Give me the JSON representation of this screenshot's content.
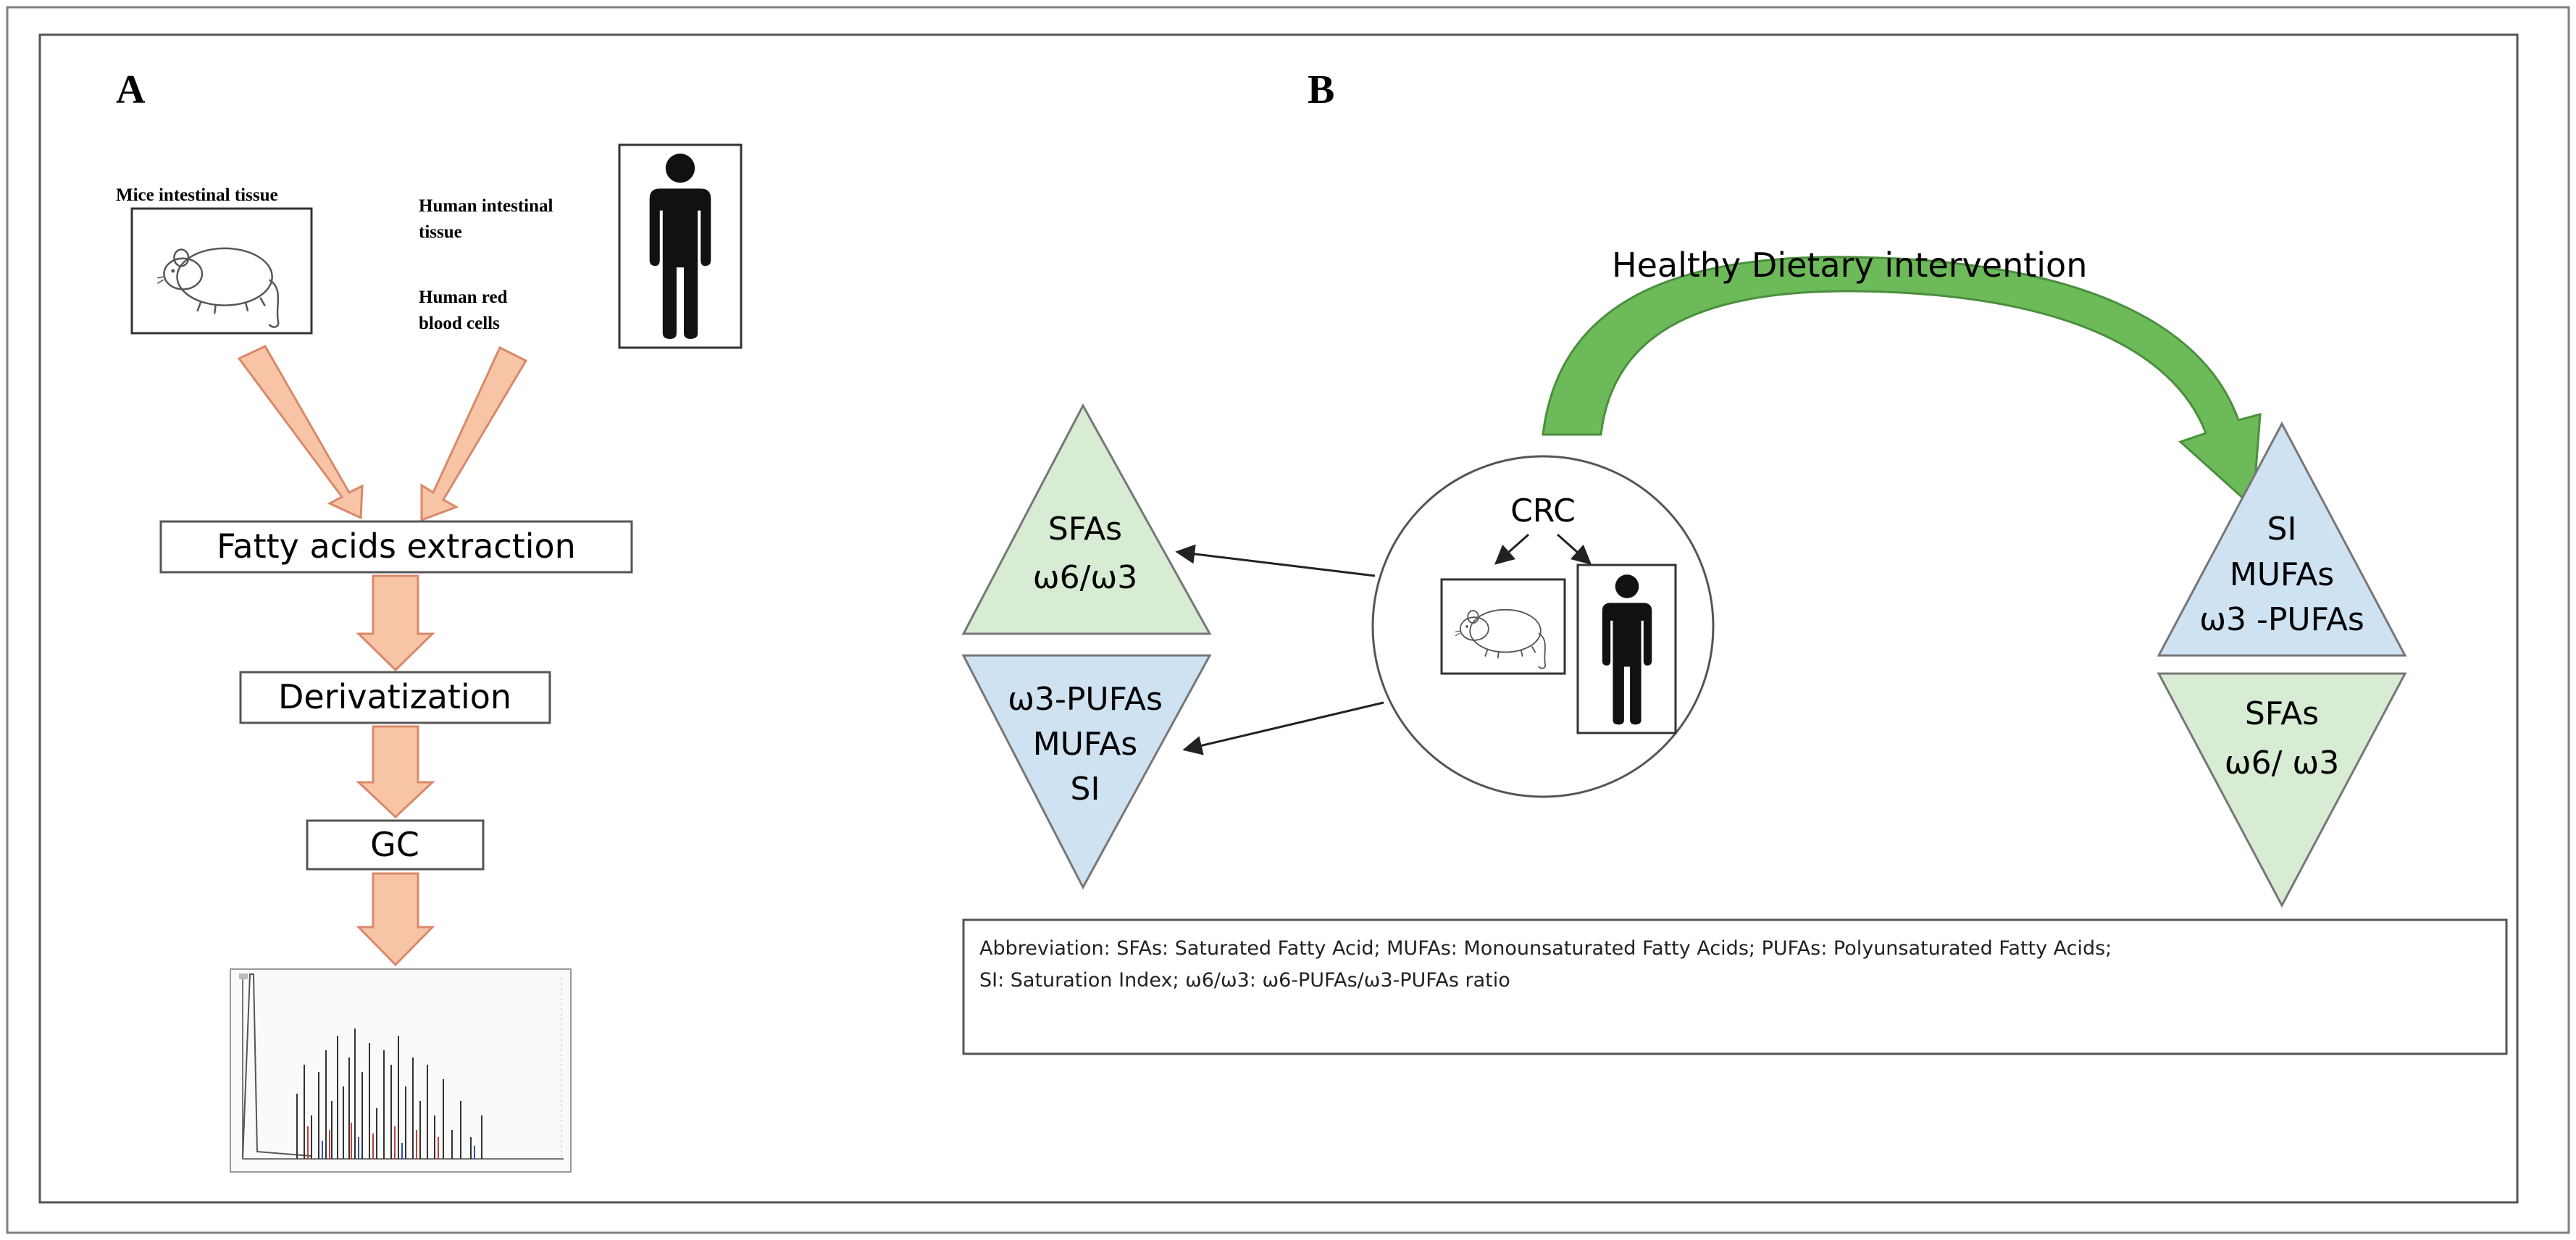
{
  "panel_a": {
    "label": "A",
    "mice_label": "Mice intestinal tissue",
    "human_tissue_label": [
      "Human intestinal",
      "tissue"
    ],
    "human_rbc_label": [
      "Human red",
      "blood cells"
    ],
    "steps": [
      "Fatty acids extraction",
      "Derivatization",
      "GC"
    ]
  },
  "panel_b": {
    "label": "B",
    "intervention_label": "Healthy Dietary intervention",
    "center_label": "CRC",
    "left_up_triangle": [
      "SFAs",
      "ω6/ω3"
    ],
    "left_down_triangle": [
      "ω3-PUFAs",
      "MUFAs",
      "SI"
    ],
    "right_up_triangle": [
      "SI",
      "MUFAs",
      "ω3 -PUFAs"
    ],
    "right_down_triangle": [
      "SFAs",
      "ω6/ ω3"
    ],
    "abbreviation_lines": [
      "Abbreviation: SFAs: Saturated Fatty Acid; MUFAs: Monounsaturated Fatty Acids; PUFAs: Polyunsaturated Fatty Acids;",
      "SI: Saturation Index; ω6/ω3: ω6-PUFAs/ω3-PUFAs ratio"
    ]
  },
  "colors": {
    "process_arrow_fill": "#F8C4A6",
    "process_arrow_stroke": "#D9896A",
    "up_triangle_green": "#D8EBD3",
    "down_triangle_blue": "#CFE2F2",
    "curved_arrow_green": "#6DBA5A",
    "curved_arrow_stroke": "#4B8F3D",
    "frame": "#7f7f7f"
  },
  "icons": [
    "mouse-icon",
    "human-silhouette-icon",
    "chromatogram-icon"
  ]
}
